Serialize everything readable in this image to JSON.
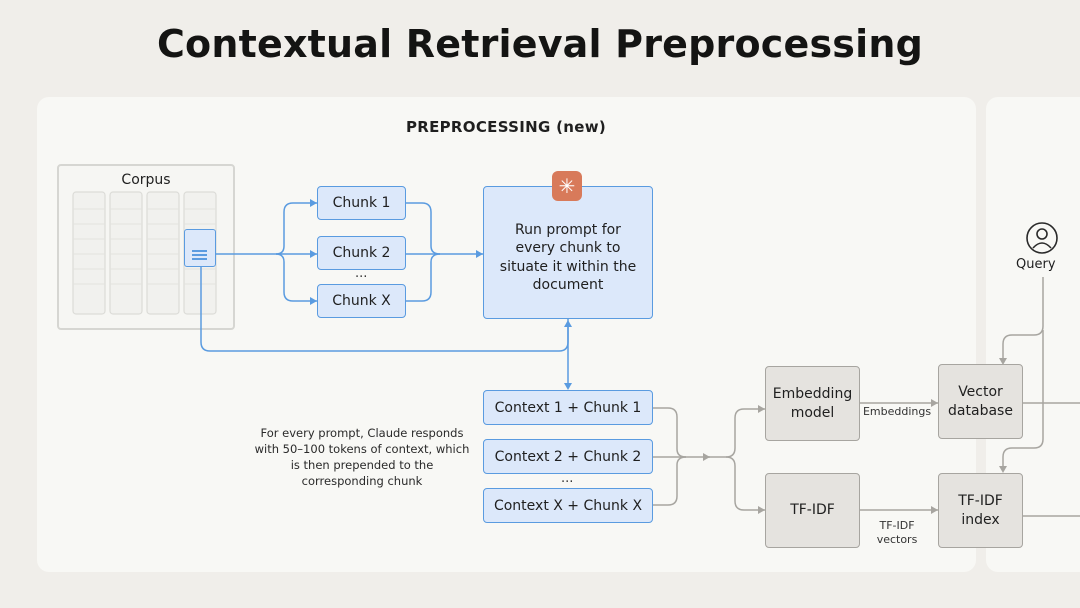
{
  "title": "Contextual Retrieval Preprocessing",
  "section_label": "PREPROCESSING (new)",
  "corpus": {
    "label": "Corpus"
  },
  "chunks": [
    "Chunk 1",
    "Chunk 2",
    "Chunk X"
  ],
  "ellipsis": "...",
  "prompt": {
    "text": "Run prompt for every chunk to situate it within the document",
    "icon": "claude-starburst-icon"
  },
  "contexts": [
    "Context 1 + Chunk 1",
    "Context 2 + Chunk 2",
    "Context X + Chunk X"
  ],
  "note": "For every prompt, Claude responds with 50–100 tokens of context, which is then prepended to the corresponding chunk",
  "embedding_model": "Embedding model",
  "embeddings_label": "Embeddings",
  "vector_database": "Vector database",
  "tfidf": "TF-IDF",
  "tfidf_vectors_label": "TF-IDF vectors",
  "tfidf_index": "TF-IDF index",
  "query": {
    "label": "Query",
    "icon": "user-icon"
  },
  "colors": {
    "blue_fill": "#DCE8FA",
    "blue_stroke": "#5A9BE0",
    "grey_fill": "#E5E3DF",
    "grey_stroke": "#A7A5A0",
    "accent": "#D87A5A"
  }
}
